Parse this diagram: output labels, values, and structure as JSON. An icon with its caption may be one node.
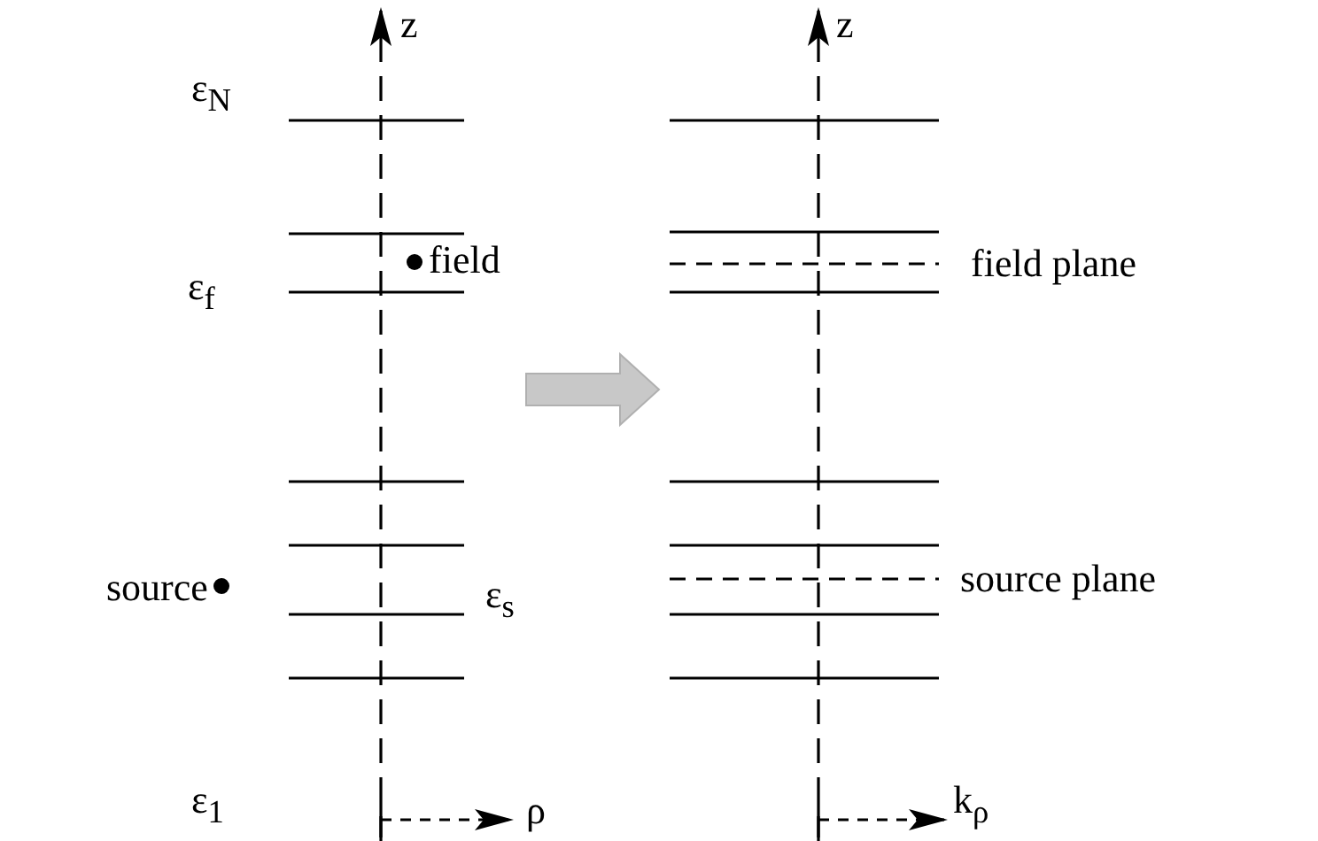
{
  "diagram": {
    "nodes": [
      {
        "text": [],
        "shape": "picture"
      },
      {
        "text": [],
        "shape": "picture"
      }
    ],
    "edges": [
      {
        "from": 0,
        "to": 1,
        "arrow": "to"
      }
    ],
    "labels": [
      "z",
      "ε$_{N}$",
      "ε$_{f}$",
      "field",
      "source",
      "ε$_{s}$",
      "ε$_{1}$",
      "ρ",
      "z",
      "field plane",
      "source plane",
      "k$_{ρ}$"
    ]
  }
}
